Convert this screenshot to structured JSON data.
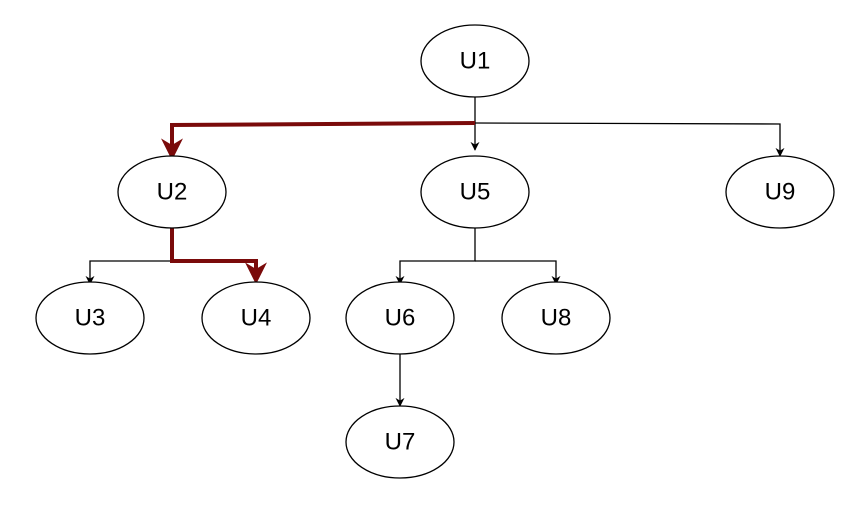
{
  "nodes": {
    "u1": "U1",
    "u2": "U2",
    "u3": "U3",
    "u4": "U4",
    "u5": "U5",
    "u6": "U6",
    "u7": "U7",
    "u8": "U8",
    "u9": "U9"
  },
  "edges": [
    {
      "from": "U1",
      "to": "U2",
      "highlighted": true
    },
    {
      "from": "U1",
      "to": "U5",
      "highlighted": false
    },
    {
      "from": "U1",
      "to": "U9",
      "highlighted": false
    },
    {
      "from": "U2",
      "to": "U3",
      "highlighted": false
    },
    {
      "from": "U2",
      "to": "U4",
      "highlighted": true
    },
    {
      "from": "U5",
      "to": "U6",
      "highlighted": false
    },
    {
      "from": "U5",
      "to": "U8",
      "highlighted": false
    },
    {
      "from": "U6",
      "to": "U7",
      "highlighted": false
    }
  ],
  "colors": {
    "highlight": "#7a0a0a",
    "edge": "#000000",
    "node_border": "#000000",
    "node_fill": "#ffffff"
  }
}
